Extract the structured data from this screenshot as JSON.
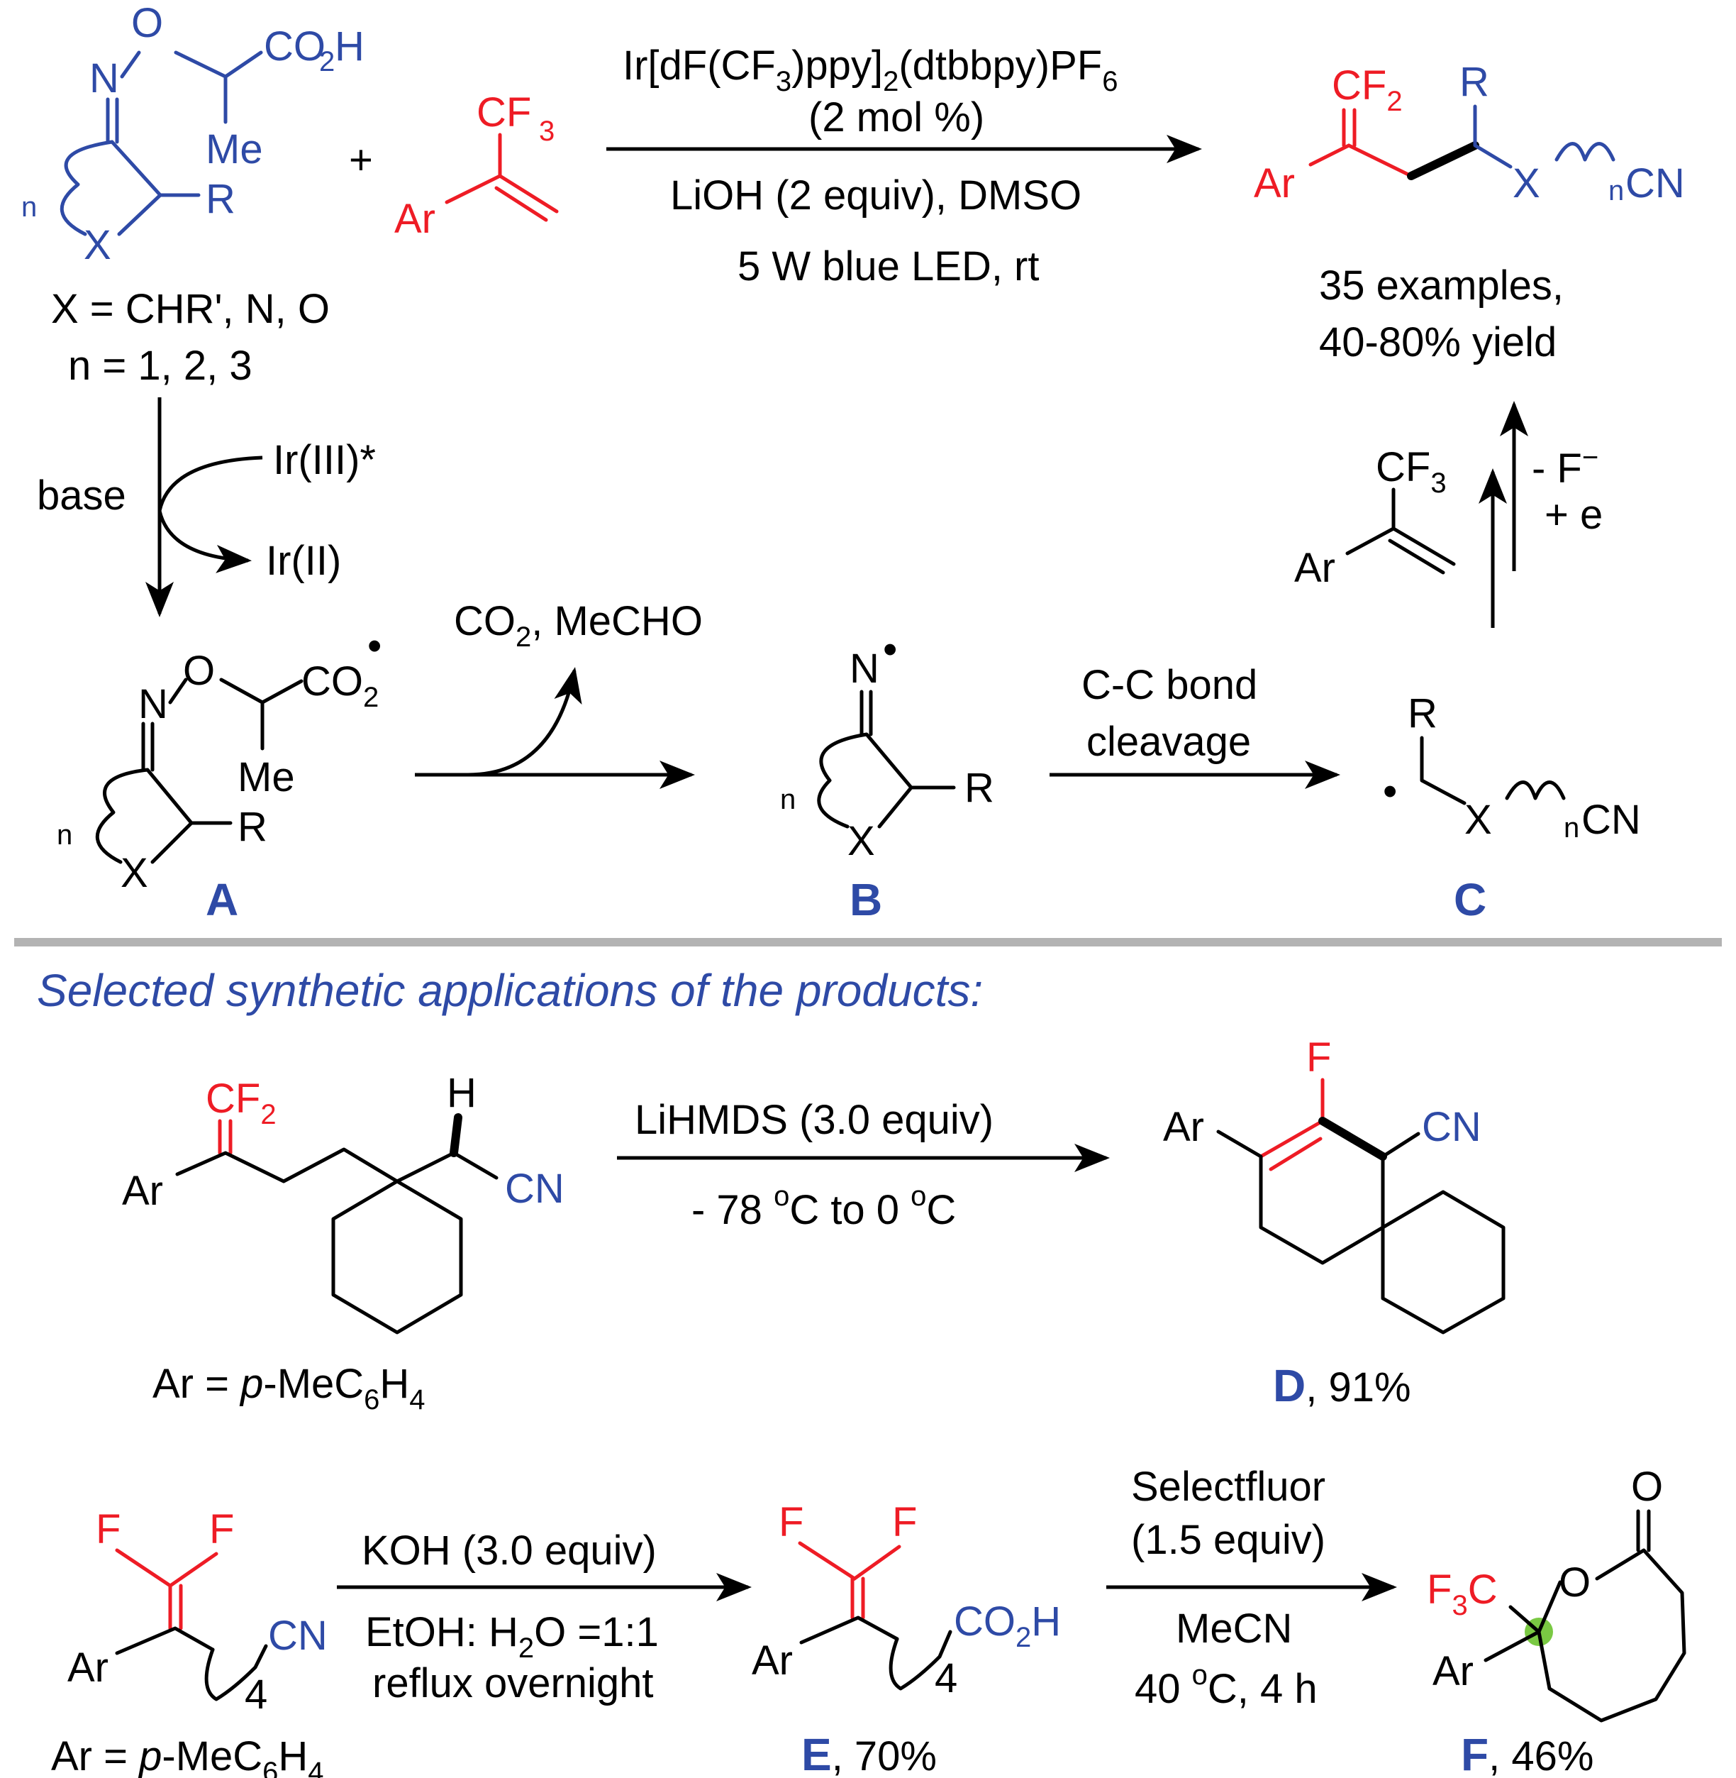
{
  "colors": {
    "blue": "#2e4aa6",
    "red": "#ee1c25",
    "black": "#000000",
    "divider": "#b3b3b3",
    "highlight": "#7ac943"
  },
  "top": {
    "sm_x_def": "X = CHR', N, O",
    "sm_n_def": "n = 1, 2, 3",
    "plus": "+",
    "catalyst_line1": "Ir[dF(CF",
    "catalyst_sub1": "3",
    "catalyst_mid": ")ppy]",
    "catalyst_sub2": "2",
    "catalyst_tail": "(dtbbpy)PF",
    "catalyst_sub3": "6",
    "catalyst_loading": "(2 mol %)",
    "base_solvent": "LiOH (2 equiv), DMSO",
    "light": "5 W blue LED, rt",
    "scope_line1": "35 examples,",
    "scope_line2": "40-80% yield"
  },
  "mechanism": {
    "base": "base",
    "ir3": "Ir(III)*",
    "ir2": "Ir(II)",
    "byproducts": "CO",
    "byproducts_sub": "2",
    "byproducts_tail": ", MeCHO",
    "cleavage_line1": "C-C bond",
    "cleavage_line2": "cleavage",
    "minus_f": "- F",
    "minus_sign": "−",
    "plus_e": "+ e",
    "label_a": "A",
    "label_b": "B",
    "label_c": "C"
  },
  "atoms": {
    "N": "N",
    "O": "O",
    "X": "X",
    "R": "R",
    "Me": "Me",
    "Ar": "Ar",
    "CO": "CO",
    "H": "H",
    "n": "n",
    "CN": "CN",
    "CF": "CF",
    "F": "F",
    "C": "C",
    "two": "2",
    "three": "3",
    "four": "4",
    "paren_open": "(",
    "paren_close": ")",
    "dot": "•"
  },
  "applications": {
    "heading": "Selected synthetic applications of the products:",
    "reagent_d": "LiHMDS (3.0 equiv)",
    "cond_d_1": "- 78 ",
    "cond_d_deg": "o",
    "cond_d_2": "C to 0 ",
    "cond_d_3": "C",
    "ar_def": "Ar = ",
    "ar_p": "p",
    "ar_rest": "-MeC",
    "ar_sub6": "6",
    "ar_H": "H",
    "ar_sub4": "4",
    "label_d": "D",
    "yield_d": ", 91%",
    "reagent_e": "KOH (3.0 equiv)",
    "cond_e_1": "EtOH: H",
    "cond_e_2": "O =1:1",
    "cond_e_3": "reflux overnight",
    "label_e": "E",
    "yield_e": ", 70%",
    "reagent_f_1": "Selectfluor",
    "reagent_f_2": "(1.5 equiv)",
    "cond_f_1": "MeCN",
    "cond_f_2a": "40 ",
    "cond_f_2b": "C, 4 h",
    "label_f": "F",
    "yield_f": ", 46%"
  }
}
